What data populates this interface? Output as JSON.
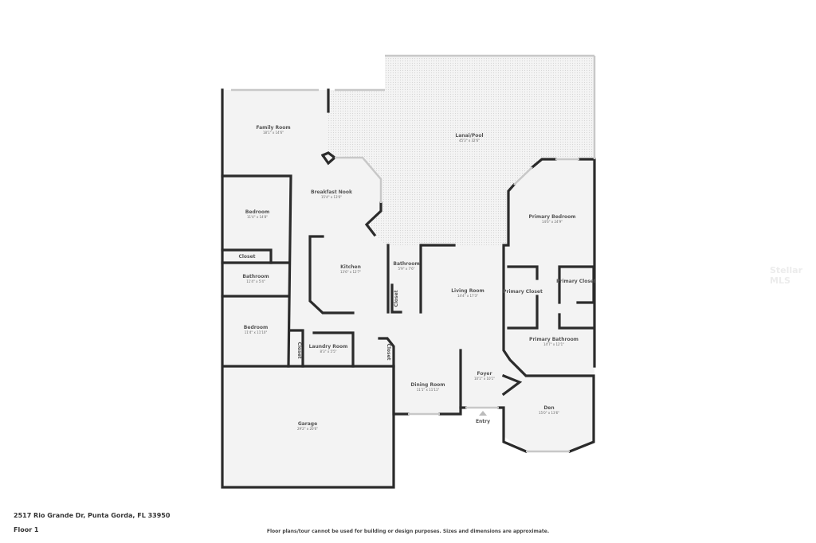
{
  "plan": {
    "rooms": [
      {
        "name": "Lanai/Pool",
        "dims": "45'3\" x 32'6\""
      },
      {
        "name": "Family Room",
        "dims": "18'1\" x 14'6\""
      },
      {
        "name": "Breakfast Nook",
        "dims": "15'4\" x 13'6\""
      },
      {
        "name": "Bedroom",
        "dims": "11'4\" x 14'8\""
      },
      {
        "name": "Closet",
        "dims": ""
      },
      {
        "name": "Bathroom",
        "dims": "11'4\" x 5'4\""
      },
      {
        "name": "Kitchen",
        "dims": "13'6\" x 12'7\""
      },
      {
        "name": "Bathroom",
        "dims": "5'9\" x 7'6\""
      },
      {
        "name": "Closet",
        "dims": ""
      },
      {
        "name": "Living Room",
        "dims": "14'4\" x 17'3\""
      },
      {
        "name": "Primary Bedroom",
        "dims": "14'6\" x 24'9\""
      },
      {
        "name": "Primary Closet",
        "dims": ""
      },
      {
        "name": "Primary Closet",
        "dims": ""
      },
      {
        "name": "Bedroom",
        "dims": "11'4\" x 11'10\""
      },
      {
        "name": "Closet",
        "dims": ""
      },
      {
        "name": "Laundry Room",
        "dims": "8'3\" x 5'5\""
      },
      {
        "name": "Closet",
        "dims": ""
      },
      {
        "name": "Primary Bathroom",
        "dims": "14'7\" x 12'1\""
      },
      {
        "name": "Foyer",
        "dims": "10'1\" x 10'1\""
      },
      {
        "name": "Dining Room",
        "dims": "11'1\" x 11'11\""
      },
      {
        "name": "Den",
        "dims": "15'0\" x 13'6\""
      },
      {
        "name": "Garage",
        "dims": "29'2\" x 20'6\""
      }
    ],
    "entry_label": "Entry"
  },
  "footer": {
    "address": "2517 Rio Grande Dr, Punta Gorda, FL 33950",
    "floor": "Floor 1",
    "disclaimer": "Floor plans/tour cannot be used for building or design purposes. Sizes and dimensions are approximate."
  },
  "watermark": "Stellar MLS"
}
